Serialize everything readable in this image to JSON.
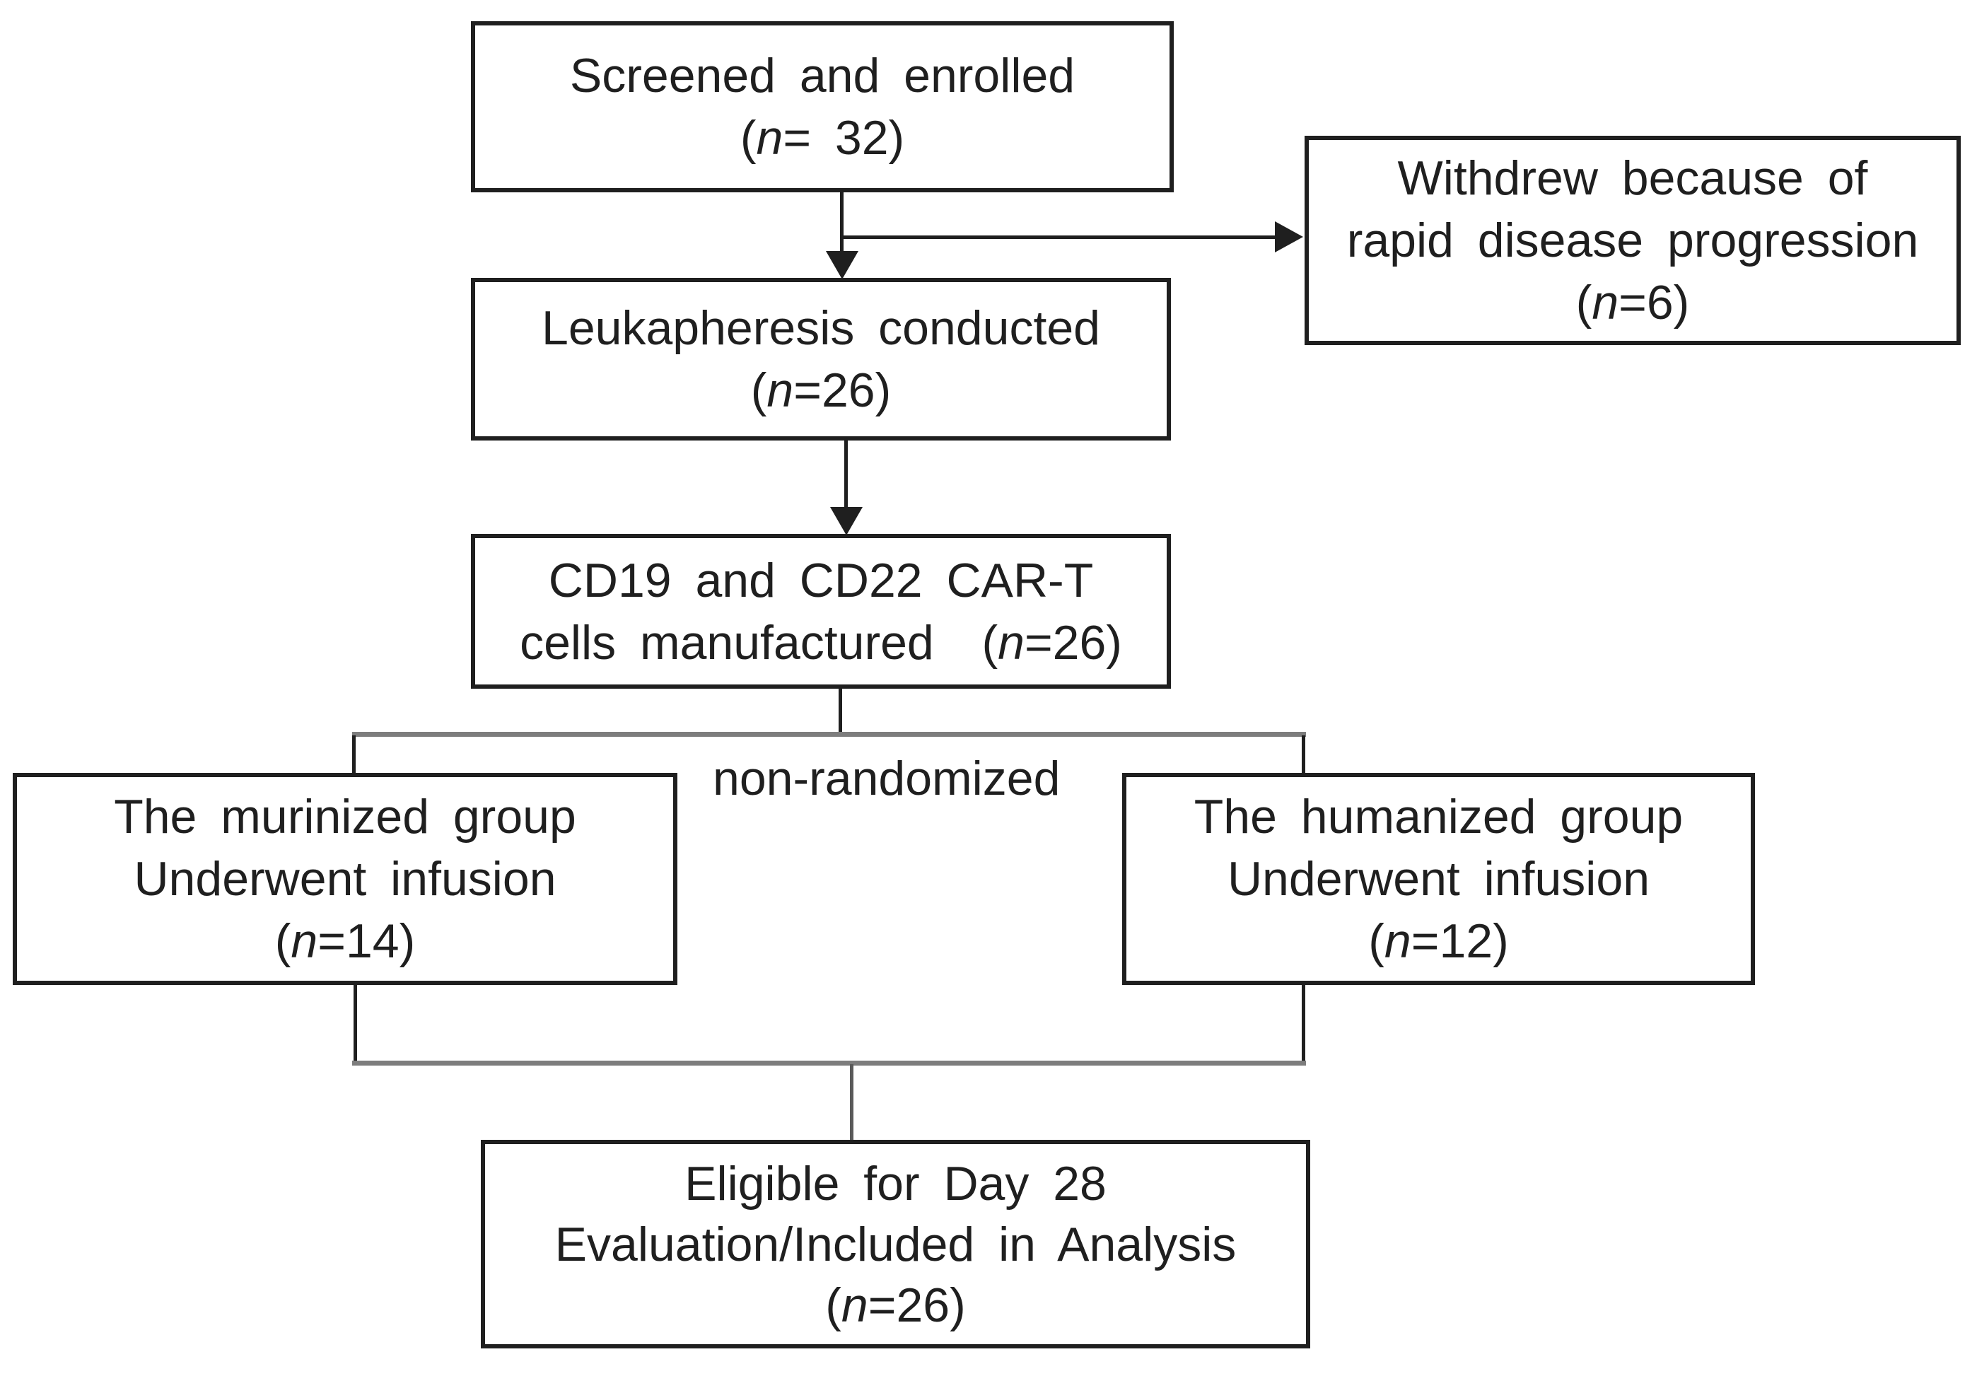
{
  "diagram_type": "consort-flowchart",
  "colors": {
    "background": "#ffffff",
    "text": "#1f1f1f",
    "box_border": "#1f1f1f",
    "connector": "#1f1f1f",
    "branch_connector": "#7d7d7d",
    "join_connector": "#5a5a5a"
  },
  "branch_label": "non-randomized",
  "nodes": {
    "screened": {
      "lines": [
        "Screened and enrolled"
      ],
      "count_pre": "(",
      "count_var": "n",
      "count_post": "= 32)",
      "n": 32
    },
    "withdrew": {
      "lines": [
        "Withdrew because of",
        "rapid disease progression"
      ],
      "count_pre": "(",
      "count_var": "n",
      "count_post": "=6)",
      "n": 6
    },
    "leukapheresis": {
      "lines": [
        "Leukapheresis conducted"
      ],
      "count_pre": "(",
      "count_var": "n",
      "count_post": "=26)",
      "n": 26
    },
    "manufactured": {
      "lines": [
        "CD19 and CD22 CAR-T"
      ],
      "count_pre": "cells manufactured  (",
      "count_var": "n",
      "count_post": "=26)",
      "n": 26
    },
    "murinized": {
      "lines": [
        "The murinized group",
        "Underwent infusion"
      ],
      "count_pre": "(",
      "count_var": "n",
      "count_post": "=14)",
      "n": 14
    },
    "humanized": {
      "lines": [
        "The humanized group",
        "Underwent infusion"
      ],
      "count_pre": "(",
      "count_var": "n",
      "count_post": "=12)",
      "n": 12
    },
    "eligible": {
      "lines": [
        "Eligible for Day 28",
        "Evaluation/Included in Analysis"
      ],
      "count_pre": "(",
      "count_var": "n",
      "count_post": "=26)",
      "n": 26
    }
  }
}
